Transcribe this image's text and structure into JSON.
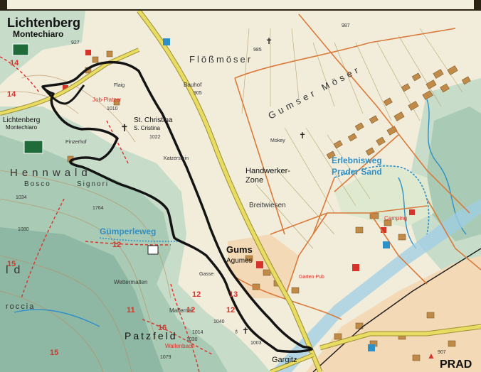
{
  "colors": {
    "route": "#141414",
    "forest_dark": "#8fb8a4",
    "forest_light": "#c7dcc9",
    "open_land": "#f2eddb",
    "road_major": "#e8dc63",
    "road_edge": "#9c8e33",
    "minor_road": "#d97a3b",
    "trail_red": "#d6332b",
    "water": "#2f8fc7",
    "building": "#c08b49",
    "contour": "#b98a5a"
  },
  "places": {
    "lichtenberg": "Lichtenberg",
    "montechiaro": "Montechiaro",
    "lichtenberg_small": "Lichtenberg",
    "montechiaro_small": "Montechiaro",
    "flossmoser": "Flößmöser",
    "gumser_moser": "Gumser Möser",
    "st_christina": "St. Christina",
    "s_cristina": "S. Cristina",
    "handwerker_zone": "Handwerker-\nZone",
    "breitwiesen": "Breitwiesen",
    "erlebnisweg_1": "Erlebnisweg",
    "erlebnisweg_2": "Prader Sand",
    "gumperleweg": "Gümperleweg",
    "gums": "Gums",
    "agumes": "Agumes",
    "hennwald": "Hennwald",
    "bosco": "Bosco",
    "signori": "Signori",
    "patzfeld": "Patzfeld",
    "gargitz": "Gargitz",
    "prad": "PRAD",
    "wald_left": "ld",
    "roccia": "roccia",
    "bauhof": "Bauhof",
    "job_platzer": "Job-Platzer",
    "flaig": "Flaig",
    "pinzerhof": "Pinzerhof",
    "katzerstein": "Katzerstein",
    "mokey": "Mokey",
    "camping": "Camping",
    "garten": "Garten Pub",
    "gasse": "Gasse",
    "wettermalten": "Wettermalten",
    "malferner": "Malferner",
    "wallenbach": "Wallenbach"
  },
  "elevations": {
    "e927": "927",
    "e987": "987",
    "e985": "985",
    "e905": "905",
    "e1010": "1010",
    "e1022": "1022",
    "e1034": "1034",
    "e1080": "1080",
    "e1764": "1764",
    "e1014": "1014",
    "e1003": "1003",
    "e1040": "1040",
    "e1079": "1079",
    "e1030": "1030",
    "e907": "907"
  },
  "trail_numbers": {
    "t14a": "14",
    "t14b": "14",
    "t12a": "12",
    "t12b": "12",
    "t12c": "12",
    "t12d": "12",
    "t13": "13",
    "t15a": "15",
    "t15b": "15",
    "t11": "11",
    "t16": "16"
  }
}
